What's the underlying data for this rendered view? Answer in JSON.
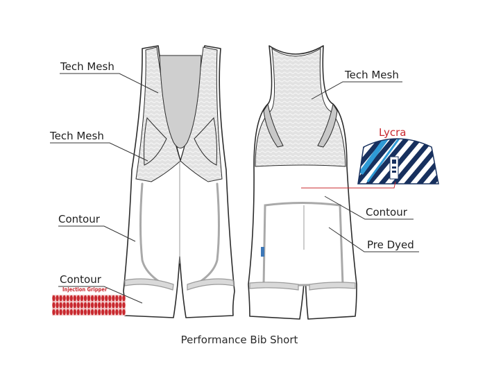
{
  "caption": "Performance Bib Short",
  "labels": {
    "front_tech_mesh_top": "Tech Mesh",
    "front_tech_mesh_side": "Tech Mesh",
    "front_contour": "Contour",
    "front_contour_gripper": "Contour",
    "injection_gripper": "Injection Gripper",
    "back_tech_mesh": "Tech Mesh",
    "lycra": "Lycra",
    "back_contour": "Contour",
    "pre_dyed": "Pre Dyed"
  },
  "colors": {
    "outline": "#2b2b2b",
    "accent_red": "#c8282e",
    "lycra_navy": "#17305e",
    "lycra_blue": "#2f9ad6",
    "mesh_grey": "#e4e4e4"
  }
}
